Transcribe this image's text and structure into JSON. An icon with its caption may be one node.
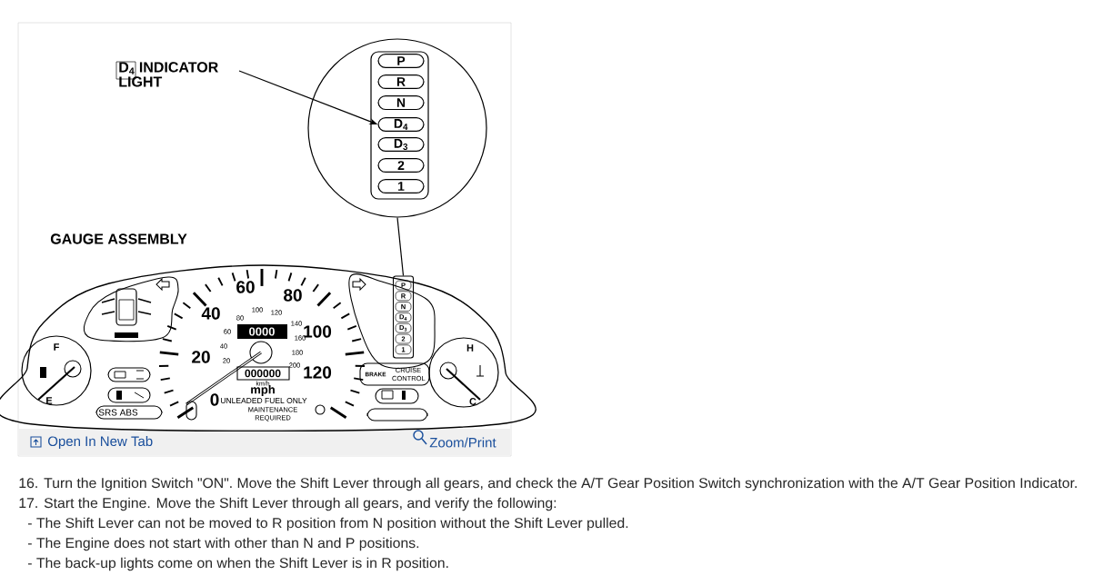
{
  "diagram": {
    "nodes": [
      {
        "text": [
          "D$_{4}$ INDICATOR LIGHT"
        ]
      },
      {
        "text": [],
        "shape": "circle"
      },
      {
        "text": [
          "P"
        ],
        "in": 1
      },
      {
        "text": [
          "R"
        ],
        "in": 1
      },
      {
        "text": [
          "N"
        ],
        "in": 1
      },
      {
        "text": [
          "D$_{4}$"
        ],
        "in": 1
      },
      {
        "text": [
          "D$_{3}$"
        ],
        "in": 1
      },
      {
        "text": [
          "2"
        ],
        "in": 1
      },
      {
        "text": [
          "1"
        ],
        "in": 1
      },
      {
        "text": [],
        "shape": "box"
      }
    ],
    "edges": [
      {
        "from": 0,
        "to": 5,
        "arrow": "to"
      },
      {
        "from": 1,
        "to": 9,
        "arrow": "none"
      }
    ],
    "labels": [
      "GAUGE ASSEMBLY",
      "60",
      "80",
      "40",
      "100",
      "20",
      "120",
      "0",
      "20",
      "40",
      "60",
      "80",
      "100",
      "120",
      "140",
      "160",
      "180",
      "200",
      "0000",
      "000000",
      "km/h",
      "mph",
      "UNLEADED FUEL ONLY",
      "MAINTENANCE REQUIRED",
      "F",
      "E",
      "SRS ABS",
      "BRAKE",
      "CRUISE CONTROL",
      "H",
      "C",
      "P",
      "R",
      "N",
      "D$_{4}$",
      "D$_{3}$",
      "2",
      "1",
      "Open In New Tab",
      "Zoom/Print",
      "16. Turn the Ignition Switch \"ON\". Move the Shift Lever through all gears, and check the A/T Gear Position Switch synchronization with the A/T Gear Position Indicator.",
      "17. Start the Engine. Move the Shift Lever through all gears, and verify the following:",
      "- The Shift Lever can not be moved to R position from N position without the Shift Lever pulled.",
      "- The Engine does not start with other than N and P positions.",
      "- The back-up lights come on when the Shift Lever is in R position."
    ]
  }
}
